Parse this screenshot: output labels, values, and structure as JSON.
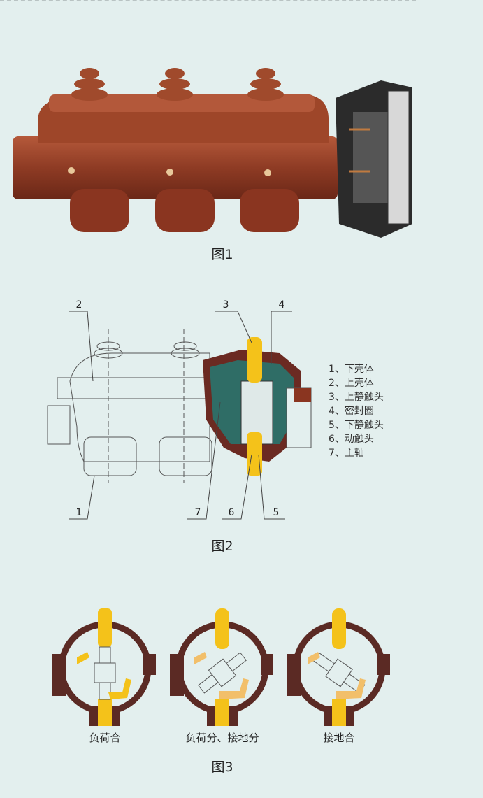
{
  "figure1": {
    "caption": "图1"
  },
  "figure2": {
    "caption": "图2",
    "callouts": [
      "1",
      "2",
      "3",
      "4",
      "5",
      "6",
      "7"
    ],
    "legend": [
      "1、下壳体",
      "2、上壳体",
      "3、上静触头",
      "4、密封圈",
      "5、下静触头",
      "6、动触头",
      "7、主轴"
    ]
  },
  "figure3": {
    "caption": "图3",
    "states": [
      "负荷合",
      "负荷分、接地分",
      "接地合"
    ]
  },
  "colors": {
    "background": "#e3efee",
    "housing": "#5b2a24",
    "contact": "#f5c000",
    "body_brown": "#8a3a25",
    "teal": "#2e6e68"
  }
}
